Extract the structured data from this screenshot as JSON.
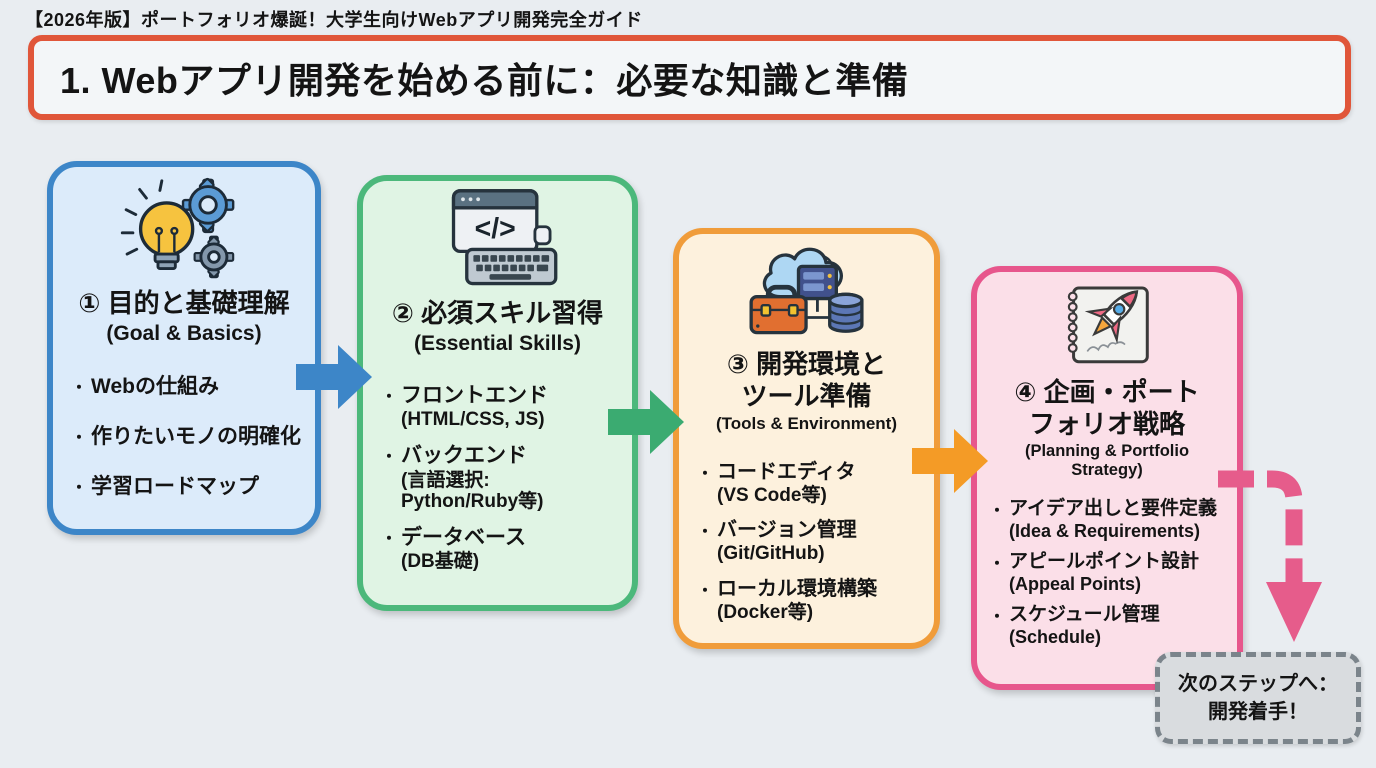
{
  "page": {
    "kicker": "【2026年版】ポートフォリオ爆誕！大学生向けWebアプリ開発完全ガイド",
    "title": "1. Webアプリ開発を始める前に：必要な知識と準備"
  },
  "ui": {
    "bullet_marker": "・",
    "code_glyph": "</>"
  },
  "colors": {
    "background": "#e9edf1",
    "title_border": "#e0563a",
    "step1_border": "#3d86c8",
    "step1_fill": "#dcebfa",
    "step2_border": "#4cb87b",
    "step2_fill": "#e0f4e4",
    "step3_border": "#f09c3a",
    "step3_fill": "#fdf1dd",
    "step4_border": "#e7568c",
    "step4_fill": "#fbdfe8",
    "arrow_blue": "#3d86c8",
    "arrow_green": "#3bab71",
    "arrow_orange": "#f49b26",
    "arrow_pink": "#e65c8b",
    "next_box_border": "#7b848b",
    "next_box_fill": "#d9dcdf"
  },
  "cards": [
    {
      "icon": "lightbulb-gears-icon",
      "title": "① 目的と基礎理解",
      "subtitle": "(Goal & Basics)",
      "bullets": [
        {
          "text": "Webの仕組み"
        },
        {
          "text": "作りたいモノの明確化"
        },
        {
          "text": "学習ロードマップ"
        }
      ]
    },
    {
      "icon": "code-keyboard-icon",
      "title": "② 必須スキル習得",
      "subtitle": "(Essential Skills)",
      "bullets": [
        {
          "text": "フロントエンド",
          "sub": "(HTML/CSS, JS)"
        },
        {
          "text": "バックエンド",
          "sub": "(言語選択:\nPython/Ruby等)"
        },
        {
          "text": "データベース",
          "sub": "(DB基礎)"
        }
      ]
    },
    {
      "icon": "cloud-tools-database-icon",
      "title": "③ 開発環境と\nツール準備",
      "subtitle": "(Tools & Environment)",
      "bullets": [
        {
          "text": "コードエディタ",
          "sub": "(VS Code等)"
        },
        {
          "text": "バージョン管理",
          "sub": "(Git/GitHub)"
        },
        {
          "text": "ローカル環境構築",
          "sub": "(Docker等)"
        }
      ]
    },
    {
      "icon": "notebook-rocket-icon",
      "title": "④ 企画・ポート\nフォリオ戦略",
      "subtitle": "(Planning & Portfolio\nStrategy)",
      "bullets": [
        {
          "text": "アイデア出しと要件定義",
          "sub": "(Idea & Requirements)"
        },
        {
          "text": "アピールポイント設計",
          "sub": "(Appeal Points)"
        },
        {
          "text": "スケジュール管理",
          "sub": "(Schedule)"
        }
      ]
    }
  ],
  "next_step": {
    "label": "次のステップへ：\n開発着手！"
  }
}
